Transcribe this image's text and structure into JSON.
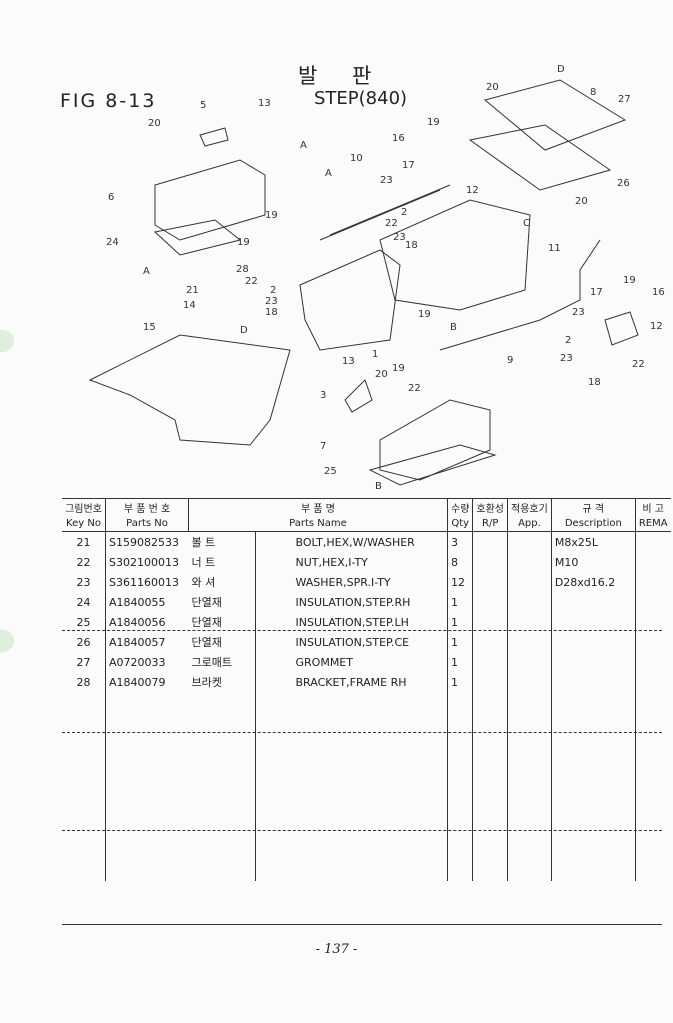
{
  "figure": {
    "number": "FIG 8-13",
    "title_kr": "발 판",
    "title_en": "STEP(840)"
  },
  "callouts": [
    "20",
    "5",
    "13",
    "A",
    "6",
    "24",
    "A",
    "19",
    "19",
    "28",
    "22",
    "2",
    "23",
    "18",
    "21",
    "14",
    "D",
    "15",
    "10",
    "A",
    "16",
    "17",
    "19",
    "23",
    "2",
    "22",
    "23",
    "18",
    "12",
    "C",
    "11",
    "D",
    "8",
    "27",
    "26",
    "20",
    "20",
    "19",
    "16",
    "17",
    "23",
    "2",
    "23",
    "18",
    "12",
    "22",
    "9",
    "B",
    "1",
    "19",
    "22",
    "13",
    "3",
    "20",
    "19",
    "7",
    "25",
    "B"
  ],
  "table": {
    "headers_kr": [
      "그림번호",
      "부 품 번 호",
      "부 품 명",
      "수량",
      "호환성",
      "적용호기",
      "규 격",
      "비 고"
    ],
    "headers_en": [
      "Key No",
      "Parts No",
      "Parts Name",
      "Qty",
      "R/P",
      "App.",
      "Description",
      "REMA"
    ],
    "rows": [
      {
        "key": "21",
        "part_no": "S159082533",
        "name_kr": "볼 트",
        "name_en": "BOLT,HEX,W/WASHER",
        "qty": "3",
        "rp": "",
        "app": "",
        "desc": "M8x25L",
        "rema": ""
      },
      {
        "key": "22",
        "part_no": "S302100013",
        "name_kr": "너 트",
        "name_en": "NUT,HEX,I-TY",
        "qty": "8",
        "rp": "",
        "app": "",
        "desc": "M10",
        "rema": ""
      },
      {
        "key": "23",
        "part_no": "S361160013",
        "name_kr": "와 셔",
        "name_en": "WASHER,SPR.I-TY",
        "qty": "12",
        "rp": "",
        "app": "",
        "desc": "D28xd16.2",
        "rema": ""
      },
      {
        "key": "24",
        "part_no": "A1840055",
        "name_kr": "단열재",
        "name_en": "INSULATION,STEP.RH",
        "qty": "1",
        "rp": "",
        "app": "",
        "desc": "",
        "rema": ""
      },
      {
        "key": "25",
        "part_no": "A1840056",
        "name_kr": "단열재",
        "name_en": "INSULATION,STEP.LH",
        "qty": "1",
        "rp": "",
        "app": "",
        "desc": "",
        "rema": ""
      },
      {
        "key": "26",
        "part_no": "A1840057",
        "name_kr": "단열재",
        "name_en": "INSULATION,STEP.CE",
        "qty": "1",
        "rp": "",
        "app": "",
        "desc": "",
        "rema": ""
      },
      {
        "key": "27",
        "part_no": "A0720033",
        "name_kr": "그로매트",
        "name_en": "GROMMET",
        "qty": "1",
        "rp": "",
        "app": "",
        "desc": "",
        "rema": ""
      },
      {
        "key": "28",
        "part_no": "A1840079",
        "name_kr": "브라켓",
        "name_en": "BRACKET,FRAME RH",
        "qty": "1",
        "rp": "",
        "app": "",
        "desc": "",
        "rema": ""
      }
    ]
  },
  "page_number": "- 137 -"
}
